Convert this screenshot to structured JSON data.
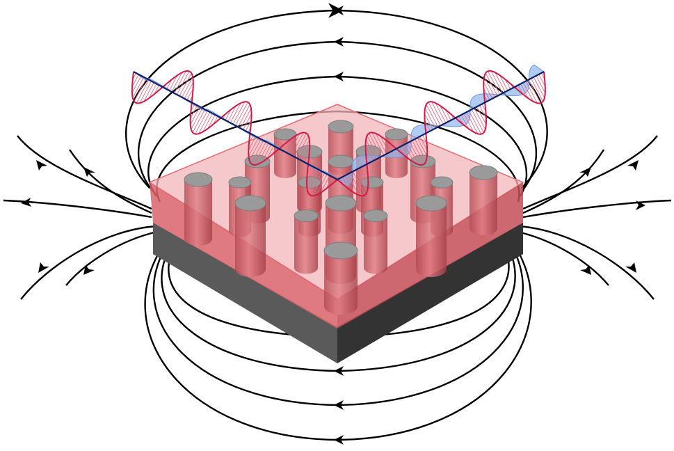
{
  "diagram": {
    "description_labels": [],
    "colors": {
      "field_line": "#000000",
      "matrix_fill": "#e88a8e",
      "matrix_edge": "#d63a48",
      "substrate_top": "#5a5a5a",
      "substrate_side": "#3a3a3a",
      "pillar_top": "#9a9a9a",
      "pillar_body": "#c9676d",
      "wave_red": "#d11a4a",
      "wave_blue": "#8fb6ec",
      "beam": "#0b1e6b"
    },
    "icons": {
      "field_arrows": "arrowhead-icon",
      "waves": "em-wave-icon"
    },
    "layers": [
      "magnetic-field-lines",
      "substrate",
      "metamaterial-layer",
      "nanopillars",
      "incident-wave",
      "reflected-wave"
    ]
  }
}
